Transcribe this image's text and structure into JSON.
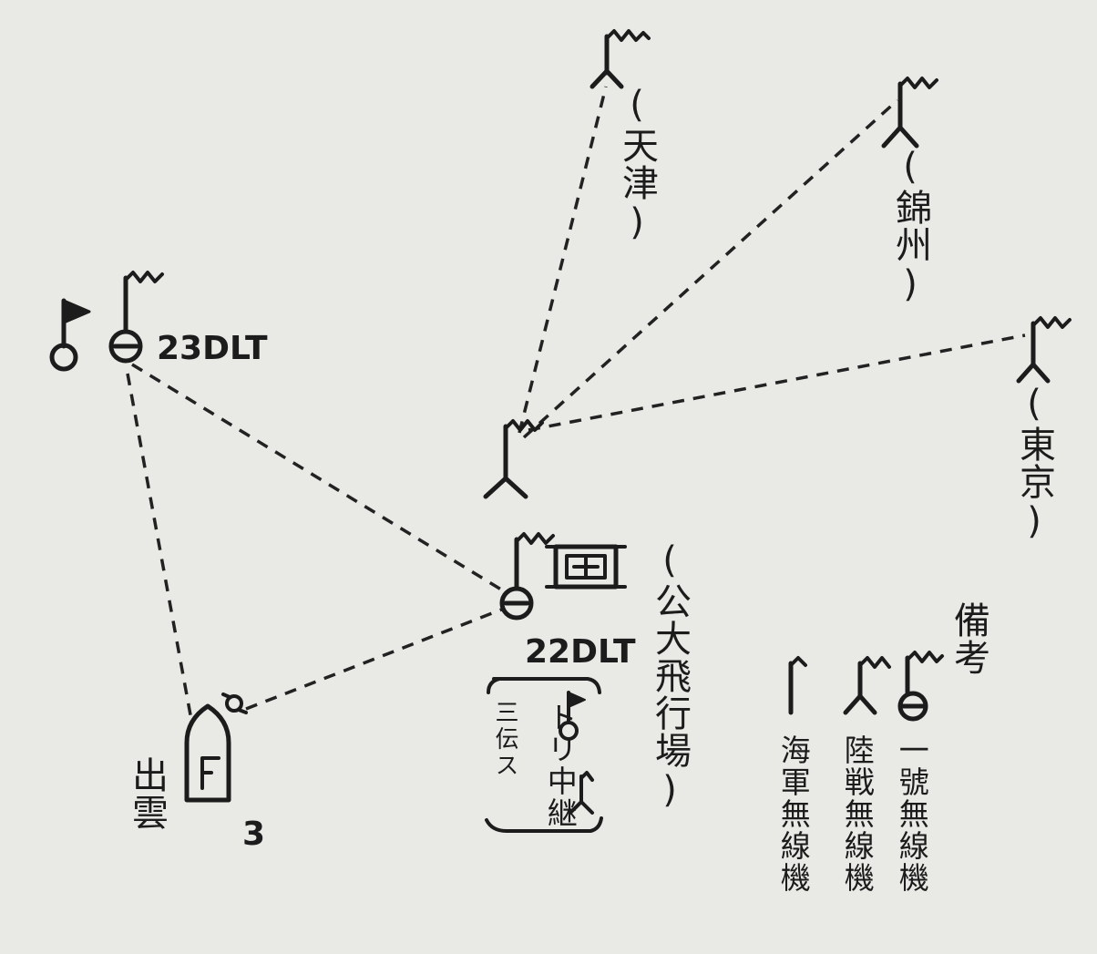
{
  "nodes": {
    "tianjin": "(天津)",
    "jinzhou": "(錦州)",
    "tokyo": "(東京)",
    "airfield": "(公大飛行場)",
    "station_23": "23DLT",
    "station_22": "22DLT",
    "izumo": "出雲",
    "izumo_number": "3"
  },
  "relay_note": {
    "left": "三伝ス",
    "right": "トリ中継"
  },
  "legend": {
    "title": "備考",
    "items": [
      "一號無線機",
      "陸戦無線機",
      "海軍無線機"
    ]
  }
}
